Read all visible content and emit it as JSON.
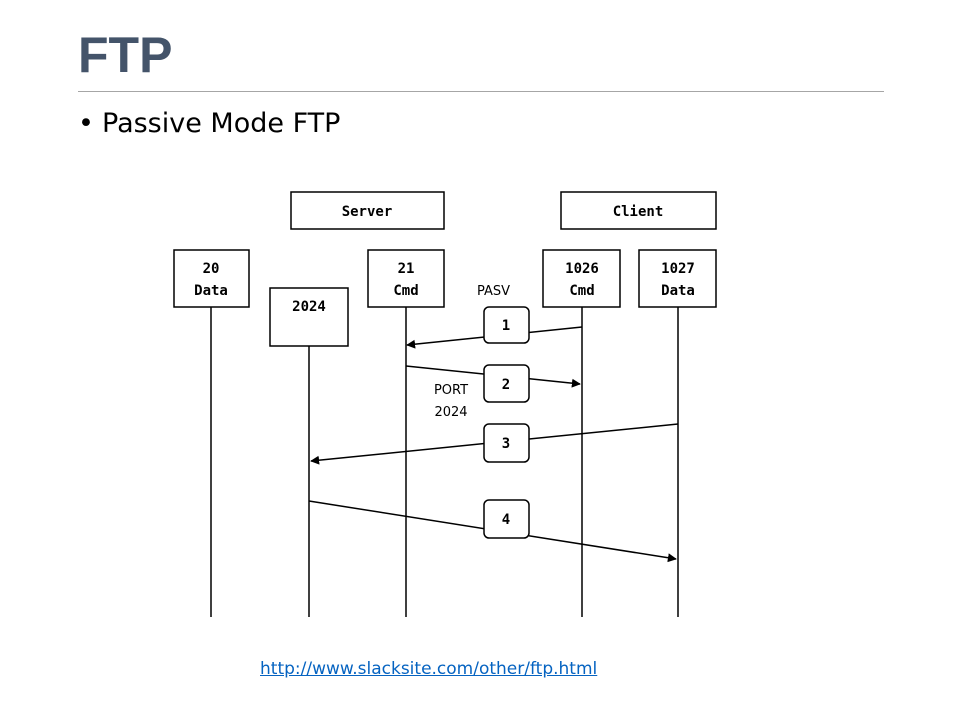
{
  "slide": {
    "title": "FTP",
    "bullet": "Passive Mode FTP",
    "link": "http://www.slacksite.com/other/ftp.html"
  },
  "diagram": {
    "groups": {
      "server": "Server",
      "client": "Client"
    },
    "ports": {
      "server_data_num": "20",
      "server_data_label": "Data",
      "server_cmd_num": "21",
      "server_cmd_label": "Cmd",
      "server_passive": "2024",
      "client_cmd_num": "1026",
      "client_cmd_label": "Cmd",
      "client_data_num": "1027",
      "client_data_label": "Data"
    },
    "steps": [
      "1",
      "2",
      "3",
      "4"
    ],
    "annotations": {
      "pasv": "PASV",
      "port_line1": "PORT",
      "port_line2": "2024"
    }
  }
}
